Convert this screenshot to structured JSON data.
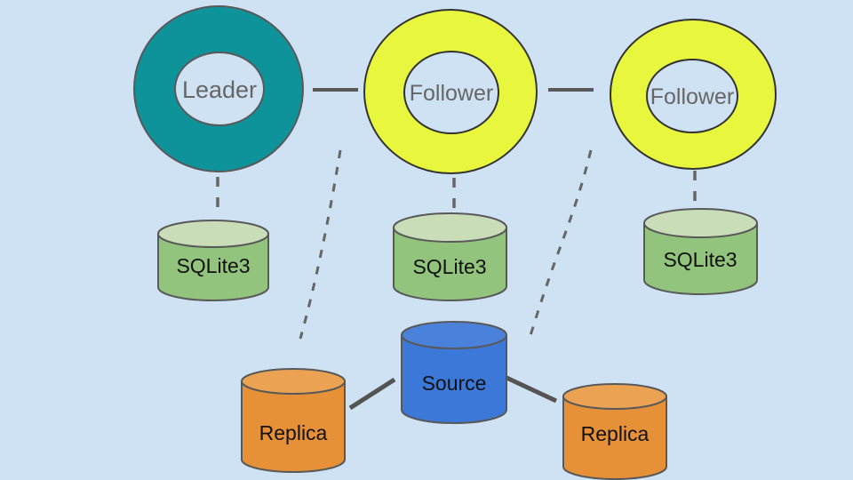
{
  "canvas": {
    "background": "#cfe2f3"
  },
  "colors": {
    "leader_fill": "#0f939b",
    "follower_fill": "#e9f63e",
    "hole_fill": "#cfe2f3",
    "sqlite_body": "#92c47d",
    "sqlite_top": "#c8ddb8",
    "source_body": "#3b78d8",
    "source_top": "#4a82db",
    "replica_body": "#e69138",
    "replica_top": "#eca253",
    "connector_solid": "#595959",
    "connector_dashed": "#666666",
    "ring_label_text": "#666666",
    "cylinder_label_text": "#111111"
  },
  "nodes": {
    "leader": {
      "label": "Leader",
      "shape": "donut"
    },
    "follower1": {
      "label": "Follower",
      "shape": "donut"
    },
    "follower2": {
      "label": "Follower",
      "shape": "donut"
    },
    "sqlite1": {
      "label": "SQLite3",
      "shape": "cylinder"
    },
    "sqlite2": {
      "label": "SQLite3",
      "shape": "cylinder"
    },
    "sqlite3": {
      "label": "SQLite3",
      "shape": "cylinder"
    },
    "source": {
      "label": "Source",
      "shape": "cylinder"
    },
    "replica1": {
      "label": "Replica",
      "shape": "cylinder"
    },
    "replica2": {
      "label": "Replica",
      "shape": "cylinder"
    }
  },
  "connectors": [
    {
      "from": "leader",
      "to": "follower1",
      "style": "solid"
    },
    {
      "from": "follower1",
      "to": "follower2",
      "style": "solid"
    },
    {
      "from": "leader",
      "to": "sqlite1",
      "style": "dashed"
    },
    {
      "from": "follower1",
      "to": "sqlite2",
      "style": "dashed"
    },
    {
      "from": "follower2",
      "to": "sqlite3",
      "style": "dashed"
    },
    {
      "from": "leader-area",
      "to": "replica1",
      "style": "dashed-curve"
    },
    {
      "from": "follower-area",
      "to": "source",
      "style": "dashed-curve"
    },
    {
      "from": "source",
      "to": "replica1",
      "style": "solid-thick"
    },
    {
      "from": "source",
      "to": "replica2",
      "style": "solid-thick"
    }
  ]
}
